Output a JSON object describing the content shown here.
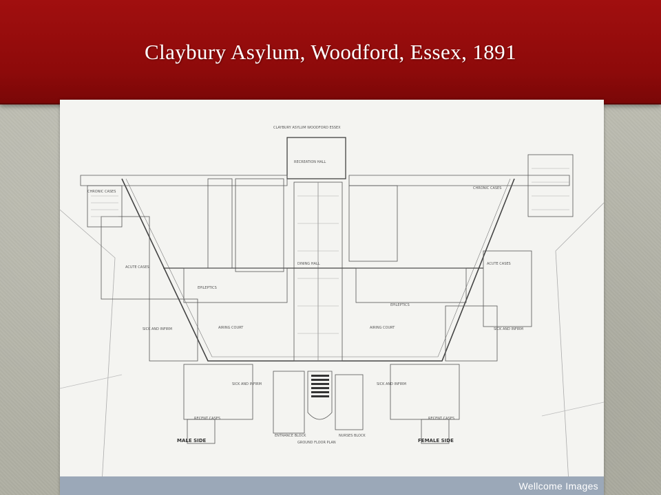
{
  "slide": {
    "title": "Claybury Asylum, Woodford, Essex, 1891"
  },
  "plan": {
    "header": "CLAYBURY ASYLUM WOODFORD ESSEX",
    "footer": "GROUND FLOOR PLAN",
    "labels": {
      "chronic_cases_left": "CHRONIC CASES",
      "chronic_cases_right": "CHRONIC CASES",
      "acute_cases_left": "ACUTE CASES",
      "acute_cases_right": "ACUTE CASES",
      "epileptics_left": "EPILEPTICS",
      "epileptics_right": "EPILEPTICS",
      "sick_infirm_left": "SICK AND INFIRM",
      "sick_infirm_right": "SICK AND INFIRM",
      "recent_cases_left": "RECENT CASES",
      "recent_cases_right": "RECENT CASES",
      "male_side": "MALE SIDE",
      "female_side": "FEMALE SIDE",
      "airing_court_left": "AIRING COURT",
      "airing_court_right": "AIRING COURT",
      "dining_hall": "DINING HALL",
      "recreation_hall": "RECREATION HALL",
      "entrance_block": "ENTRANCE BLOCK",
      "nurses_block": "NURSES BLOCK"
    }
  },
  "credit": {
    "text": "Wellcome Images"
  },
  "colors": {
    "title_bar": "#8d0a0a",
    "background": "#b9b9ae",
    "plan_paper": "#f4f4f1",
    "credit_bar": "#9ba8b8"
  }
}
